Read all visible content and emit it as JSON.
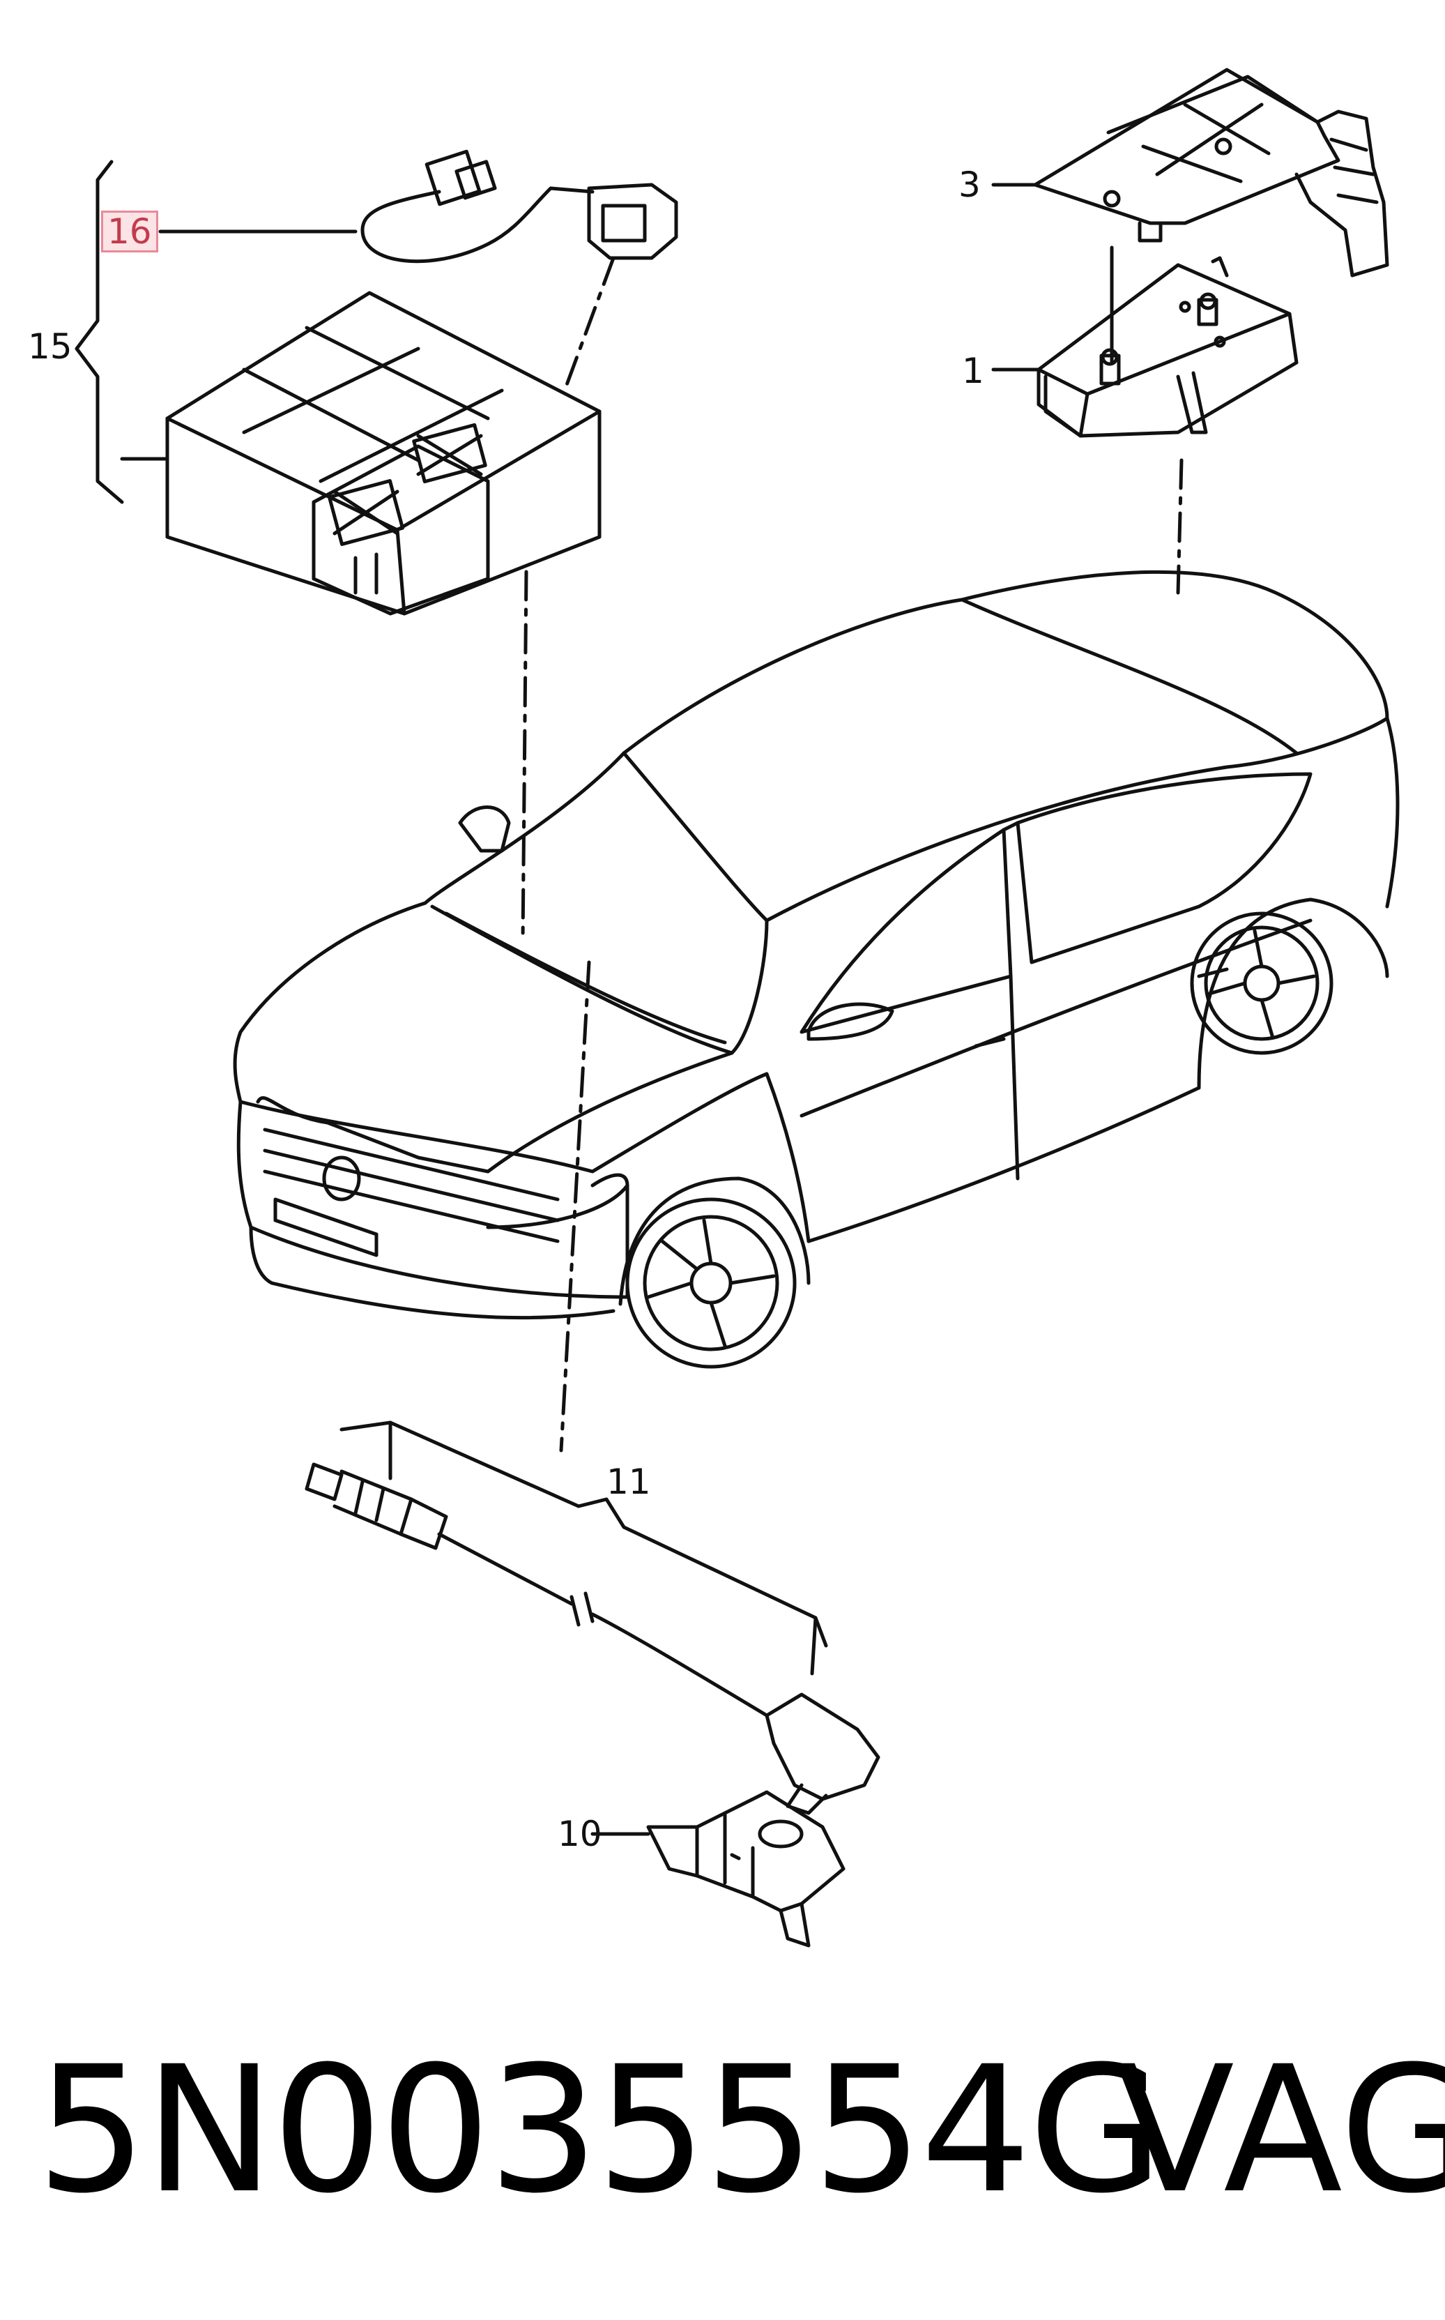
{
  "callouts": {
    "c1": "1",
    "c3": "3",
    "c10": "10",
    "c11": "11",
    "c15": "15",
    "c16": "16"
  },
  "footer": {
    "part_number": "5N0035554G",
    "brand": "VAG"
  },
  "colors": {
    "line": "#111111",
    "highlight_fill": "#fbe3e6",
    "highlight_border": "#e88a98"
  }
}
